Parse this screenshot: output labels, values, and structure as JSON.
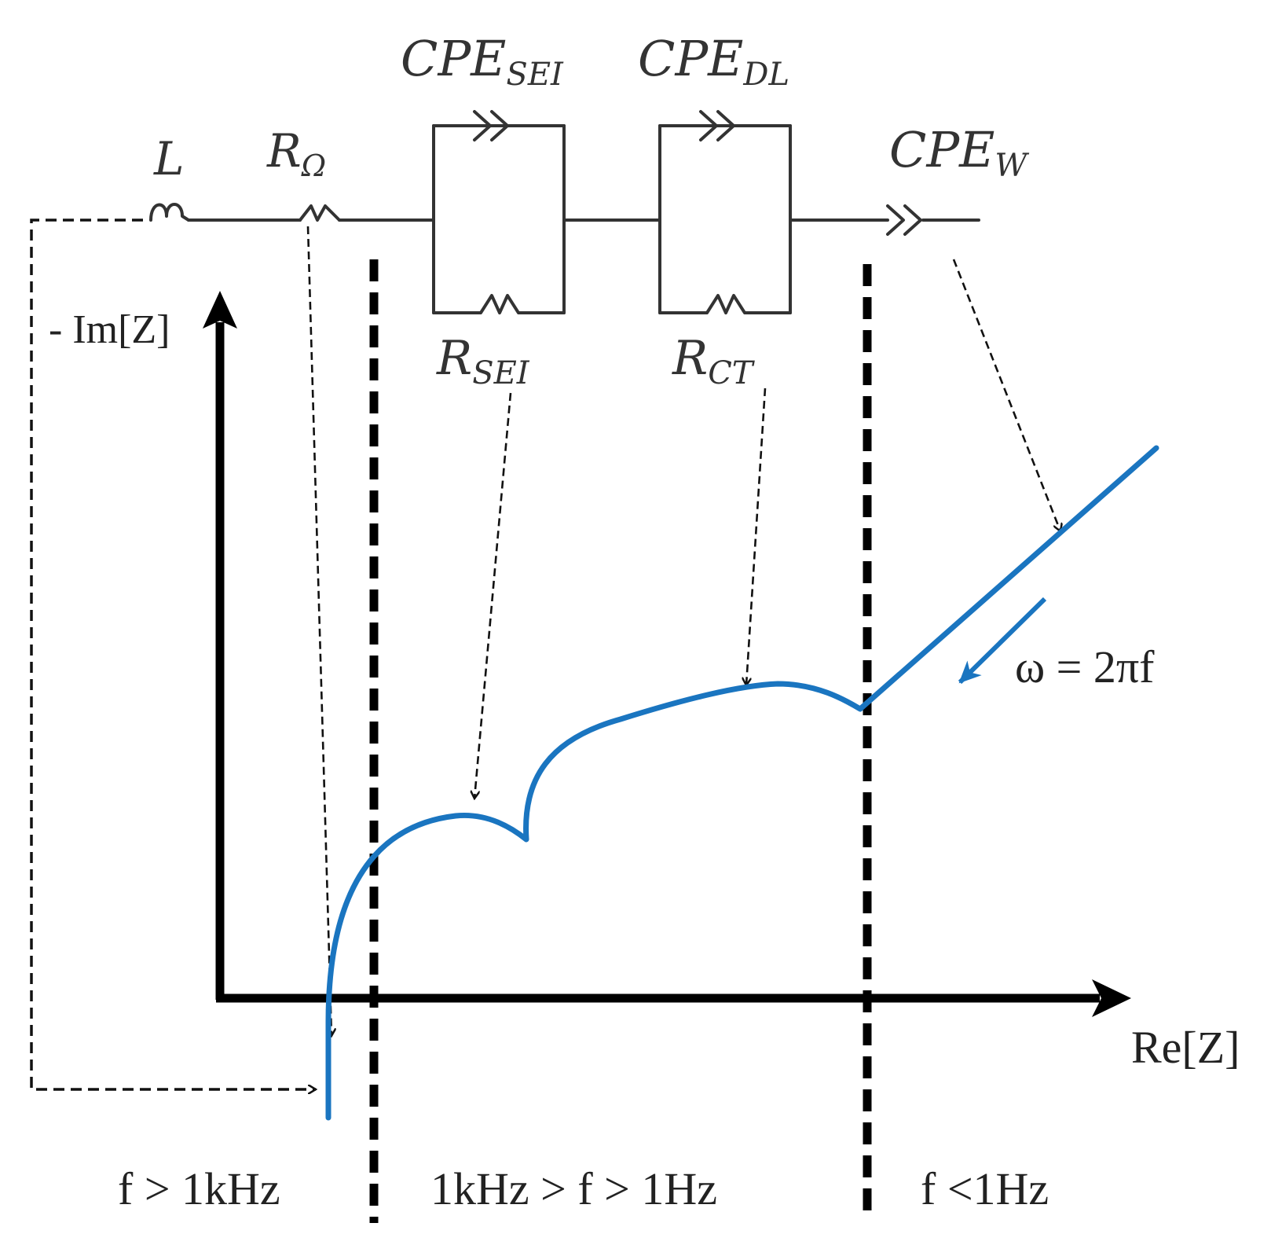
{
  "components": {
    "inductor": "L",
    "ohmic_resistor": {
      "base": "R",
      "sub": "Ω"
    },
    "cpe_sei": {
      "base": "CPE",
      "sub": "SEI"
    },
    "cpe_dl": {
      "base": "CPE",
      "sub": "DL"
    },
    "cpe_w": {
      "base": "CPE",
      "sub": "W"
    },
    "r_sei": {
      "base": "R",
      "sub": "SEI"
    },
    "r_ct": {
      "base": "R",
      "sub": "CT"
    }
  },
  "axes": {
    "y_label": "- Im[Z]",
    "x_label": "Re[Z]"
  },
  "omega_label": "ω = 2πf",
  "frequency_ranges": {
    "high": "f > 1kHz",
    "mid": "1kHz > f > 1Hz",
    "low": "f <1Hz"
  },
  "colors": {
    "curve": "#1a75c0",
    "axes": "#000000",
    "circuit": "#333333"
  }
}
